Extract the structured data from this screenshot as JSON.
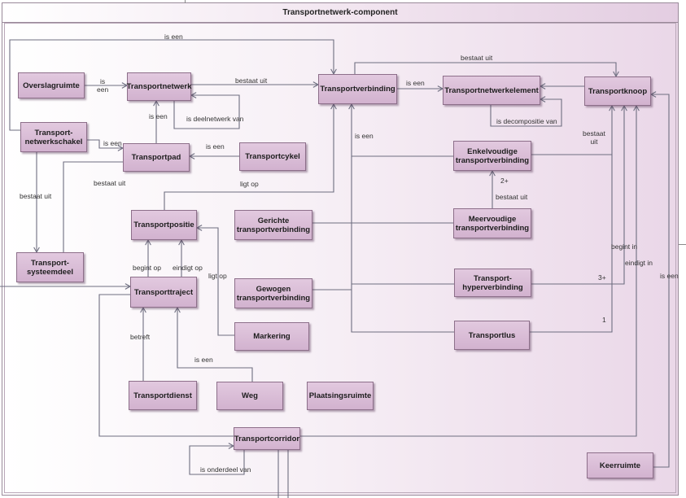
{
  "diagram": {
    "title": "Transportnetwerk-component",
    "nodes": [
      {
        "id": "overslagruimte",
        "label": "Overslagruimte"
      },
      {
        "id": "transportnetwerk",
        "label": "Transportnetwerk"
      },
      {
        "id": "transportverbinding",
        "label": "Transportverbinding"
      },
      {
        "id": "transportnetwerkelement",
        "label": "Transportnetwerkelement"
      },
      {
        "id": "transportknoop",
        "label": "Transportknoop"
      },
      {
        "id": "transportnetwerkschakel",
        "label": "Transport-\nnetwerkschakel"
      },
      {
        "id": "transportpad",
        "label": "Transportpad"
      },
      {
        "id": "transportcykel",
        "label": "Transportcykel"
      },
      {
        "id": "enkelvoudige",
        "label": "Enkelvoudige\ntransportverbinding"
      },
      {
        "id": "transportpositie",
        "label": "Transportpositie"
      },
      {
        "id": "gerichte",
        "label": "Gerichte\ntransportverbinding"
      },
      {
        "id": "meervoudige",
        "label": "Meervoudige\ntransportverbinding"
      },
      {
        "id": "transportsysteemdeel",
        "label": "Transport-\nsysteemdeel"
      },
      {
        "id": "transporttraject",
        "label": "Transporttraject"
      },
      {
        "id": "gewogen",
        "label": "Gewogen\ntransportverbinding"
      },
      {
        "id": "hyperverbinding",
        "label": "Transport-\nhyperverbinding"
      },
      {
        "id": "markering",
        "label": "Markering"
      },
      {
        "id": "transportlus",
        "label": "Transportlus"
      },
      {
        "id": "transportdienst",
        "label": "Transportdienst"
      },
      {
        "id": "weg",
        "label": "Weg"
      },
      {
        "id": "plaatsingsruimte",
        "label": "Plaatsingsruimte"
      },
      {
        "id": "transportcorridor",
        "label": "Transportcorridor"
      },
      {
        "id": "keerruimte",
        "label": "Keerruimte"
      }
    ],
    "edge_labels": [
      {
        "id": "schakel-isaan-verbinding",
        "text": "is een"
      },
      {
        "id": "overslag-isaan-netwerk",
        "text": "is\neen"
      },
      {
        "id": "netwerk-bestaat-verbinding",
        "text": "bestaat uit"
      },
      {
        "id": "verbinding-isaan-element",
        "text": "is een"
      },
      {
        "id": "verbinding-bestaat-knoop",
        "text": "bestaat uit"
      },
      {
        "id": "pad-isaan-netwerk",
        "text": "is een"
      },
      {
        "id": "netwerk-deelnetwerk",
        "text": "is deelnetwerk van"
      },
      {
        "id": "element-decompositie",
        "text": "is decompositie van"
      },
      {
        "id": "schakel-isaan-pad",
        "text": "is een"
      },
      {
        "id": "cykel-isaan-pad",
        "text": "is een"
      },
      {
        "id": "subtypes-isaan-verbinding",
        "text": "is een"
      },
      {
        "id": "enkel-bestaat-knoop",
        "text": "bestaat\nuit"
      },
      {
        "id": "pad-bestaat-schakel",
        "text": "bestaat uit"
      },
      {
        "id": "schakel-bestaat-systeemdeel",
        "text": "bestaat uit"
      },
      {
        "id": "positie-ligt-op",
        "text": "ligt op"
      },
      {
        "id": "meervoudig-multiplicity",
        "text": "2+"
      },
      {
        "id": "meervoudig-bestaat-enkel",
        "text": "bestaat uit"
      },
      {
        "id": "traject-begint-op",
        "text": "begint op"
      },
      {
        "id": "traject-eindigt-op",
        "text": "eindigt op"
      },
      {
        "id": "markering-ligt-op",
        "text": "ligt op"
      },
      {
        "id": "hyper-begint-in",
        "text": "begint in"
      },
      {
        "id": "hyper-eindigt-in",
        "text": "eindigt in"
      },
      {
        "id": "keerruimte-isaan",
        "text": "is een"
      },
      {
        "id": "hyper-multiplicity",
        "text": "3+"
      },
      {
        "id": "lus-multiplicity",
        "text": "1"
      },
      {
        "id": "dienst-betreft",
        "text": "betreft"
      },
      {
        "id": "weg-isaan",
        "text": "is een"
      },
      {
        "id": "corridor-onderdeel",
        "text": "is onderdeel van"
      }
    ]
  }
}
